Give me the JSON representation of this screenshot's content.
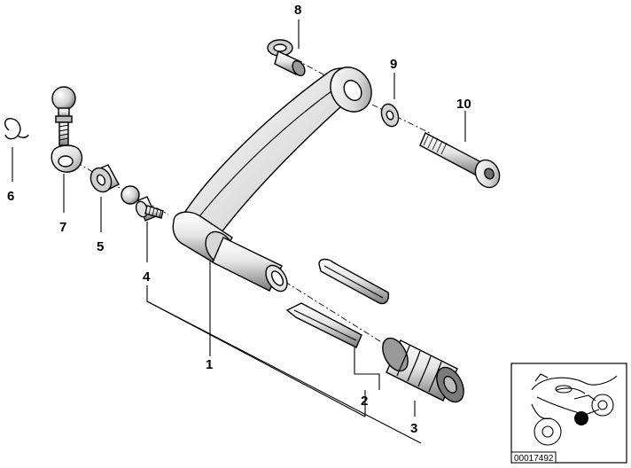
{
  "callouts": {
    "c1": "1",
    "c2": "2",
    "c3": "3",
    "c4": "4",
    "c5": "5",
    "c6": "6",
    "c7": "7",
    "c8": "8",
    "c9": "9",
    "c10": "10"
  },
  "inset": {
    "reference_number": "00017492",
    "highlight_color": "#000000"
  },
  "colors": {
    "line": "#000000",
    "part_fill": "#ffffff",
    "shade_light": "#d6d6d6",
    "shade_dark": "#8c8c8c"
  }
}
